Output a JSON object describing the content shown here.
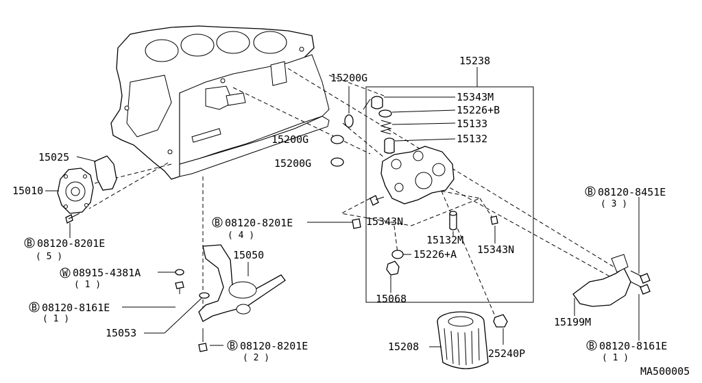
{
  "labels": {
    "l15238": "15238",
    "l15200g_1": "15200G",
    "l15200g_2": "15200G",
    "l15200g_3": "15200G",
    "l15343m": "15343M",
    "l15226b": "15226+B",
    "l15133": "15133",
    "l15132": "15132",
    "l15025": "15025",
    "l15010": "15010",
    "b08120_8201e_5": "08120-8201E",
    "qty5": "( 5 )",
    "b08120_8201e_4": "08120-8201E",
    "qty4": "( 4 )",
    "l15343n_1": "15343N",
    "l15132m": "15132M",
    "l15343n_2": "15343N",
    "l15226a": "15226+A",
    "l15068": "15068",
    "b08120_8451e": "08120-8451E",
    "qty3": "( 3 )",
    "w08915_4381a": "08915-4381A",
    "qty1a": "( 1 )",
    "b08120_8161e_l": "08120-8161E",
    "qty1b": "( 1 )",
    "l15050": "15050",
    "l15053": "15053",
    "b08120_8201e_2": "08120-8201E",
    "qty2": "( 2 )",
    "l15208": "15208",
    "l25240p": "25240P",
    "l15199m": "15199M",
    "b08120_8161e_r": "08120-8161E",
    "qty1c": "( 1 )",
    "code": "MA500005"
  },
  "markers": {
    "b": "B",
    "w": "W"
  }
}
